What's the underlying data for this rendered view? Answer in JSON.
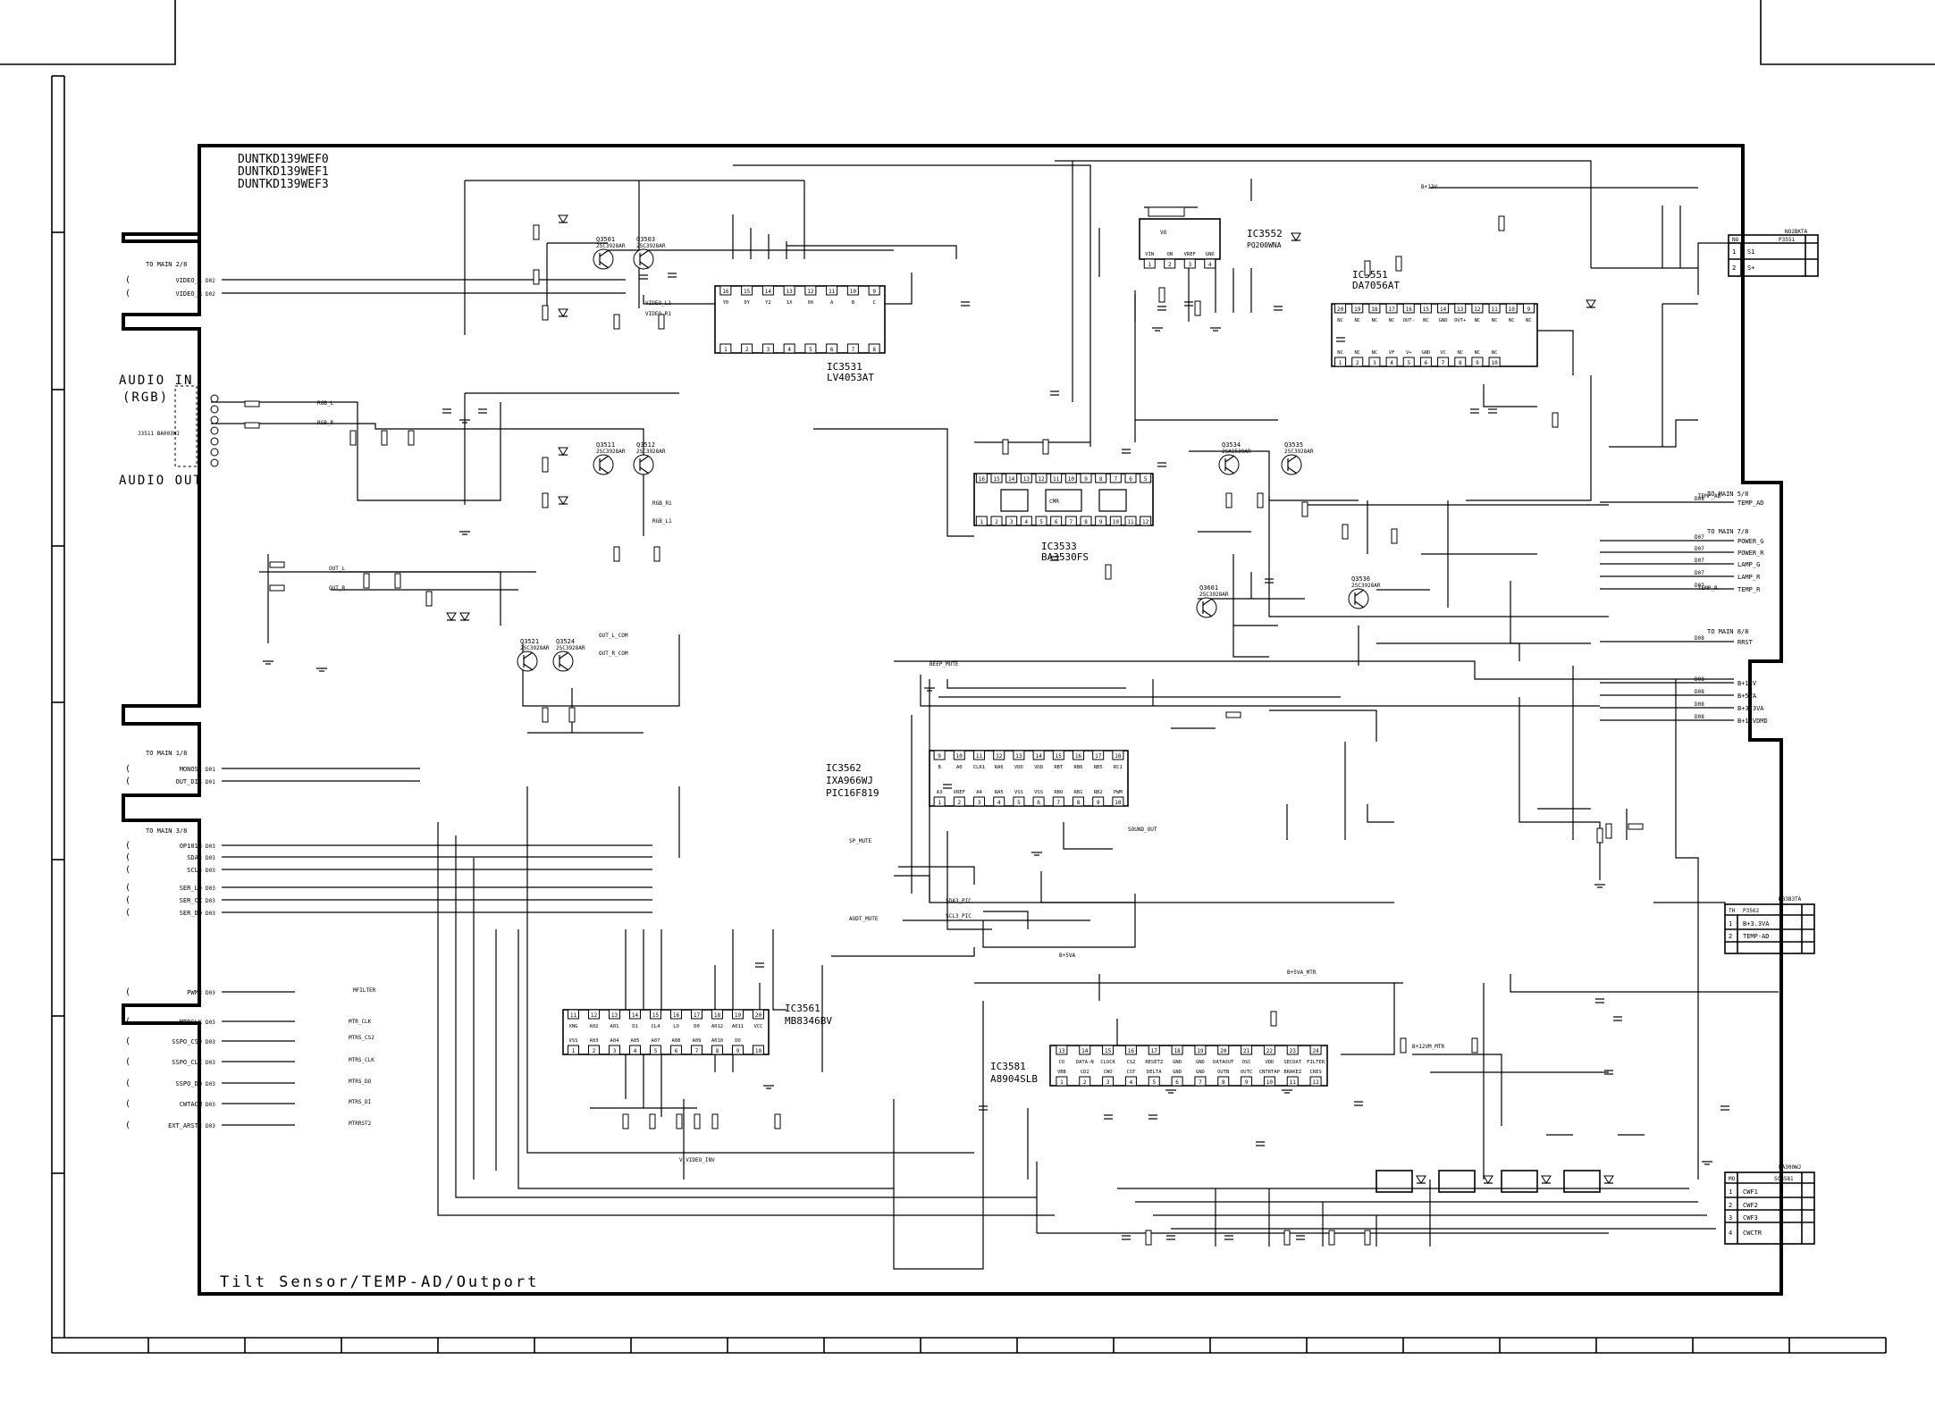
{
  "title": {
    "models": [
      "DUNTKD139WEF0",
      "DUNTKD139WEF1",
      "DUNTKD139WEF3"
    ],
    "footer": "Tilt Sensor/TEMP-AD/Outport"
  },
  "audio_labels": {
    "in": "AUDIO IN",
    "rgb": "(RGB)",
    "out": "AUDIO OUT",
    "jack": "J3511 BA003WJ"
  },
  "to_main_labels": {
    "a": "TO MAIN 2/8",
    "b": "TO MAIN 1/8",
    "c": "TO MAIN 3/8",
    "d": "TO MAIN 5/8",
    "e": "TO MAIN 7/8",
    "f": "TO MAIN 8/8"
  },
  "left_signals": [
    {
      "label": "VIDEO_L",
      "code": "D02"
    },
    {
      "label": "VIDEO_R",
      "code": "D02"
    },
    {
      "label": "MONOS1",
      "code": "D01"
    },
    {
      "label": "OUT_DIS",
      "code": "D01"
    },
    {
      "label": "OP1018",
      "code": "D03"
    },
    {
      "label": "SDA3",
      "code": "D03"
    },
    {
      "label": "SCL3",
      "code": "D03"
    },
    {
      "label": "SER_LD",
      "code": "D03"
    },
    {
      "label": "SER_CK",
      "code": "D03"
    },
    {
      "label": "SER_DO",
      "code": "D03"
    },
    {
      "label": "PWM3",
      "code": "D03"
    },
    {
      "label": "MTRCLK",
      "code": "D03"
    },
    {
      "label": "SSPO_CS0",
      "code": "D03"
    },
    {
      "label": "SSPO_CLK",
      "code": "D03"
    },
    {
      "label": "SSPO_DO",
      "code": "D03"
    },
    {
      "label": "CWTACH",
      "code": "D03"
    },
    {
      "label": "EXT_ARST2",
      "code": "D03"
    }
  ],
  "right_signals": [
    {
      "label": "TEMP_AD",
      "code": "D08"
    },
    {
      "label": "POWER_G",
      "code": "D07"
    },
    {
      "label": "POWER_R",
      "code": "D07"
    },
    {
      "label": "LAMP_G",
      "code": "D07"
    },
    {
      "label": "LAMP_R",
      "code": "D07"
    },
    {
      "label": "TEMP_R",
      "code": "D07"
    },
    {
      "label": "RRST",
      "code": "D08"
    },
    {
      "label": "B+13V",
      "code": "D08"
    },
    {
      "label": "B+5VA",
      "code": "D08"
    },
    {
      "label": "B+3.3VA",
      "code": "D08"
    },
    {
      "label": "B+12VDMD",
      "code": "D08"
    }
  ],
  "ics": [
    {
      "ref": "IC3531",
      "part": "LV4053AT"
    },
    {
      "ref": "IC3533",
      "part": "BA3530FS"
    },
    {
      "ref": "IC3552",
      "part": "PQ200WNA"
    },
    {
      "ref": "IC3551",
      "part": "DA7056AT"
    },
    {
      "ref": "IC3562",
      "part": "IXA966WJ",
      "part2": "PIC16F819"
    },
    {
      "ref": "IC3561",
      "part": "MB8346BV"
    },
    {
      "ref": "IC3581",
      "part": "A8904SLB"
    }
  ],
  "transistors": [
    {
      "ref": "Q3501",
      "part": "2SC3928AR"
    },
    {
      "ref": "Q3503",
      "part": "2SC3928AR"
    },
    {
      "ref": "Q3511",
      "part": "2SC3928AR"
    },
    {
      "ref": "Q3512",
      "part": "2SC3928AR"
    },
    {
      "ref": "Q3521",
      "part": "2SC3928AR"
    },
    {
      "ref": "Q3524",
      "part": "2SC3928AR"
    },
    {
      "ref": "Q3534",
      "part": "2SA1530AR"
    },
    {
      "ref": "Q3535",
      "part": "2SC3928AR"
    },
    {
      "ref": "Q3601",
      "part": "2SC3928AR"
    },
    {
      "ref": "Q3536",
      "part": "2SC3928AR"
    }
  ],
  "connectors": {
    "p3551": {
      "name": "P3551",
      "type": "NO2BKTA",
      "pins": [
        {
          "n": "1",
          "s": "S1"
        },
        {
          "n": "2",
          "s": "S+"
        }
      ]
    },
    "p3562": {
      "name": "P3562",
      "type": "NB3B3TA",
      "pins": [
        {
          "n": "1",
          "s": "B+3.3VA"
        },
        {
          "n": "2",
          "s": "TEMP-AD"
        }
      ]
    },
    "sc3581": {
      "name": "SC3581",
      "type": "WA300WJ",
      "pins": [
        {
          "n": "1",
          "s": "CWF1"
        },
        {
          "n": "2",
          "s": "CWF2"
        },
        {
          "n": "3",
          "s": "CWF3"
        },
        {
          "n": "4",
          "s": "CWCTR"
        }
      ]
    }
  },
  "ic3531_pins_top": [
    "16",
    "15",
    "14",
    "13",
    "12",
    "11",
    "10",
    "9"
  ],
  "ic3531_pins_bot": [
    "1",
    "2",
    "3",
    "4",
    "5",
    "6",
    "7",
    "8"
  ],
  "ic3531_names": [
    "Y0",
    "0Y",
    "Y2",
    "1X",
    "0X",
    "A",
    "B",
    "C"
  ],
  "ic3561_top": [
    "XNG",
    "A02",
    "A01",
    "D1",
    "CL4",
    "LO",
    "D0",
    "A012",
    "A011",
    "VCC"
  ],
  "ic3561_bot": [
    "VSS",
    "A03",
    "A04",
    "A05",
    "A07",
    "A08",
    "A09",
    "A010",
    "DO"
  ],
  "ic3562_top": [
    "B",
    "A0",
    "CLK1",
    "RA6",
    "VDD",
    "VDD",
    "RBT",
    "RB6",
    "RB5",
    "RC1"
  ],
  "ic3562_bot": [
    "A3",
    "VREF",
    "A4",
    "RA5",
    "VSS",
    "VSS",
    "RBO",
    "RB1",
    "RB2",
    "PWM"
  ],
  "ic3581_top": [
    "CO",
    "DATA-N",
    "CLOCK",
    "CS2",
    "RESETZ",
    "GND",
    "GND",
    "DATAOUT",
    "OSC",
    "VDD",
    "SECDAT",
    "FILTER"
  ],
  "ic3581_bot": [
    "VBB",
    "CD2",
    "CWO",
    "CST",
    "DELTA",
    "GND",
    "GND",
    "OUTB",
    "OUTC",
    "CNTRTAP",
    "BRAKEZ",
    "CRES"
  ],
  "ic3551_top": [
    "NC",
    "NC",
    "NC",
    "NC",
    "OUT-",
    "NC",
    "GND",
    "OUT+",
    "NC",
    "NC",
    "NC",
    "NC"
  ],
  "ic3551_bot": [
    "NC",
    "NC",
    "NC",
    "VF",
    "V+",
    "GND",
    "VC",
    "NC",
    "NC",
    "NC"
  ],
  "ic3552_pins": [
    "VIN",
    "ON",
    "VREF",
    "GND"
  ],
  "ic3552_top": "VO",
  "net_labels": [
    "VIDEO_L1",
    "VIDEO_R1",
    "RGB_L",
    "RGB_R",
    "RGB_R1",
    "RGB_L1",
    "OUT_L",
    "OUT_R",
    "OUT_L_COM",
    "OUT_R_COM",
    "BEEP_MUTE",
    "AUDT_MUTE",
    "SP_MUTE",
    "SOUND_OUT",
    "SDA3_PIC",
    "SCL3_PIC",
    "B+5VA",
    "B+13V",
    "B+5VA_MTR",
    "B+12VM_MTR",
    "TEMP_AD",
    "TEMP_R",
    "MTR_CLK",
    "MTRS_CS2",
    "MTRS_CLK",
    "MTRS_DO",
    "MTRS_DI",
    "MTRRST2",
    "MFILTER",
    "V_VIDEO_INV"
  ]
}
